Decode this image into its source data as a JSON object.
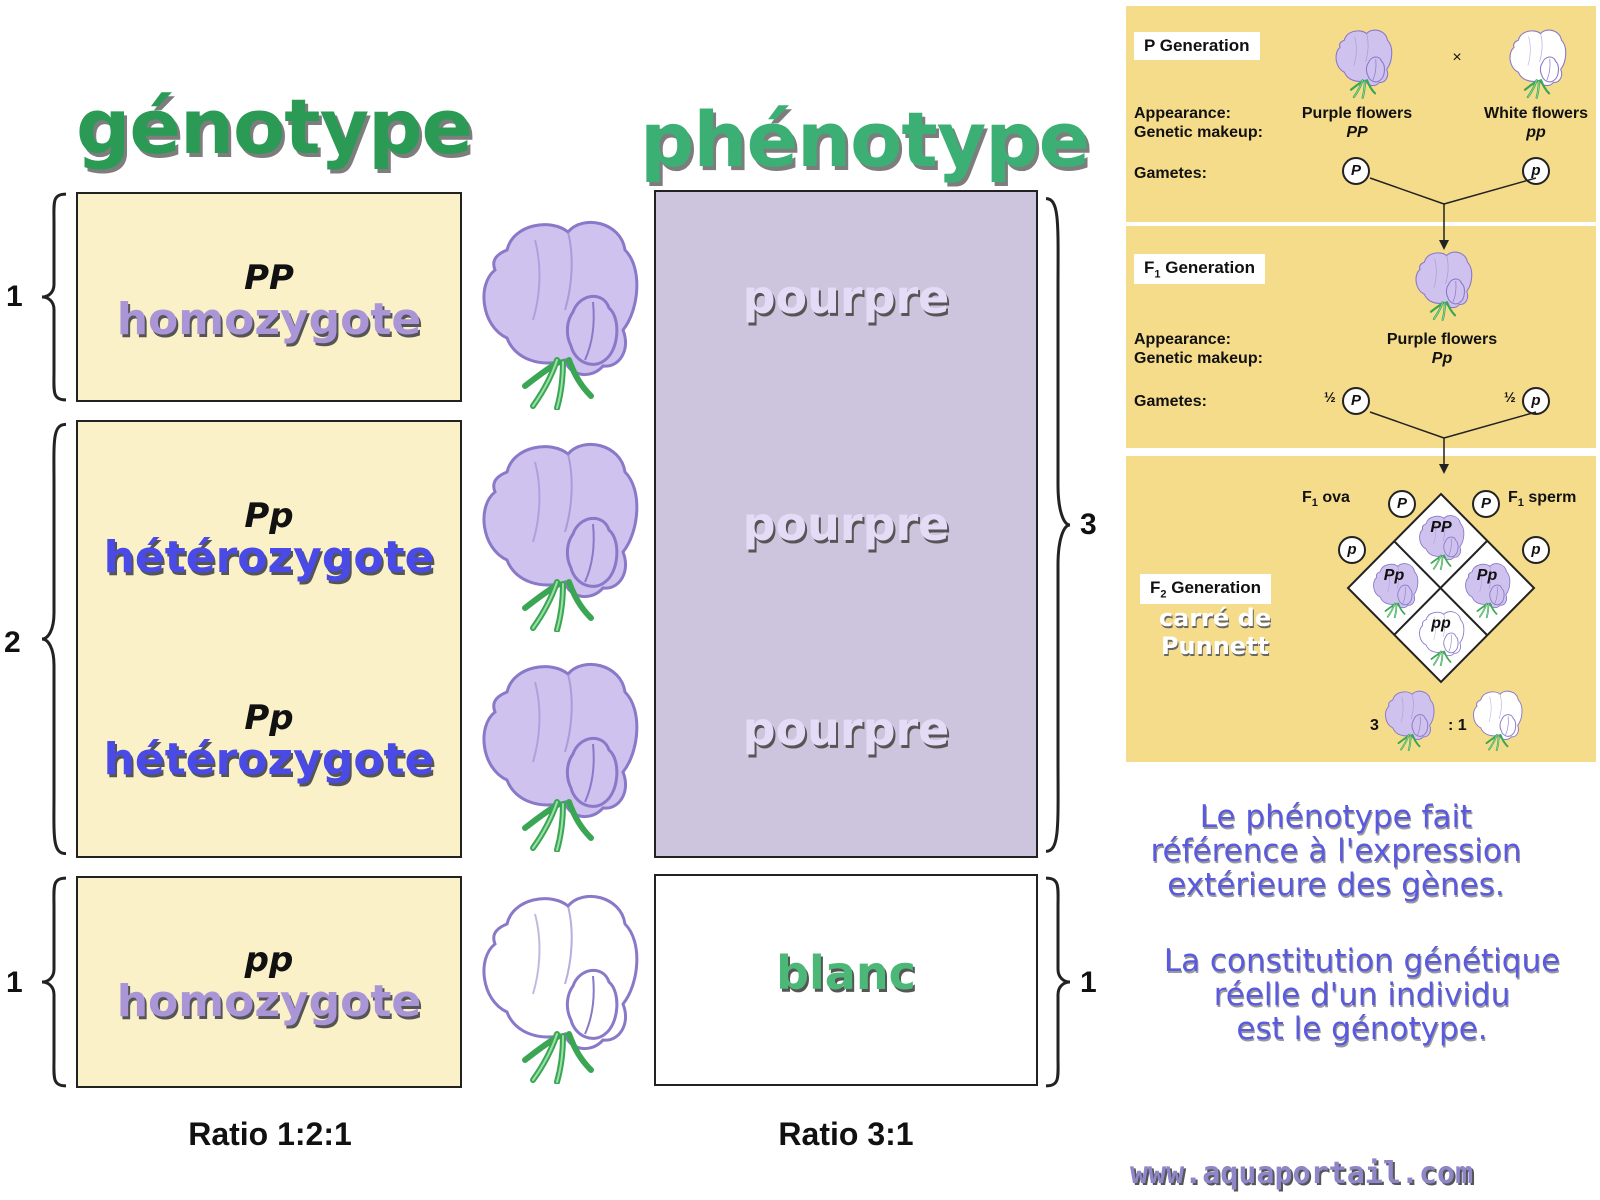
{
  "titles": {
    "genotype": "génotype",
    "phenotype": "phénotype"
  },
  "colors": {
    "title_green": "#2a9a55",
    "geno_bg": "#faf1c8",
    "pheno_purple": "#cdc5dd",
    "purple_text": "#aa96d6",
    "blue_text": "#4a4ae6",
    "blanc_green": "#4cb878",
    "panel_bg": "#f5dc8a"
  },
  "genotype_rows": [
    {
      "allele": "PP",
      "zygosity": "homozygote"
    },
    {
      "allele": "Pp",
      "zygosity": "hétérozygote"
    },
    {
      "allele": "Pp",
      "zygosity": "hétérozygote"
    },
    {
      "allele": "pp",
      "zygosity": "homozygote"
    }
  ],
  "genotype_brackets": [
    "1",
    "2",
    "1"
  ],
  "phenotype_labels": [
    "pourpre",
    "pourpre",
    "pourpre",
    "blanc"
  ],
  "phenotype_brackets": [
    "3",
    "1"
  ],
  "ratios": {
    "genotype": "Ratio 1:2:1",
    "phenotype": "Ratio 3:1"
  },
  "panel": {
    "p_gen": {
      "label": "P Generation",
      "appearance_label": "Appearance:",
      "makeup_label": "Genetic makeup:",
      "gametes_label": "Gametes:",
      "cross": "×",
      "left_appearance": "Purple flowers",
      "left_makeup": "PP",
      "right_appearance": "White flowers",
      "right_makeup": "pp",
      "gamete_left": "P",
      "gamete_right": "p"
    },
    "f1_gen": {
      "label_prefix": "F",
      "label_sub": "1",
      "label_suffix": " Generation",
      "appearance_label": "Appearance:",
      "makeup_label": "Genetic makeup:",
      "gametes_label": "Gametes:",
      "appearance": "Purple flowers",
      "makeup": "Pp",
      "half": "½",
      "gamete_left": "P",
      "gamete_right": "p"
    },
    "f2_gen": {
      "label_prefix": "F",
      "label_sub": "2",
      "label_suffix": " Generation",
      "punnett_label_1": "carré de",
      "punnett_label_2": "Punnett",
      "ova_prefix": "F",
      "ova_sub": "1",
      "ova_suffix": " ova",
      "sperm_prefix": "F",
      "sperm_sub": "1",
      "sperm_suffix": " sperm",
      "ova_P": "P",
      "ova_p": "p",
      "sperm_P": "P",
      "sperm_p": "p",
      "cells": {
        "top": "PP",
        "left": "Pp",
        "right": "Pp",
        "bottom": "pp"
      },
      "ratio_left": "3",
      "ratio_right": ": 1"
    }
  },
  "notes": {
    "phenotype_lines": [
      "Le phénotype fait",
      "référence à l'expression",
      "extérieure des gènes."
    ],
    "genotype_lines": [
      "La constitution génétique",
      "réelle d'un individu",
      "est le génotype."
    ]
  },
  "website": "www.aquaportail.com"
}
